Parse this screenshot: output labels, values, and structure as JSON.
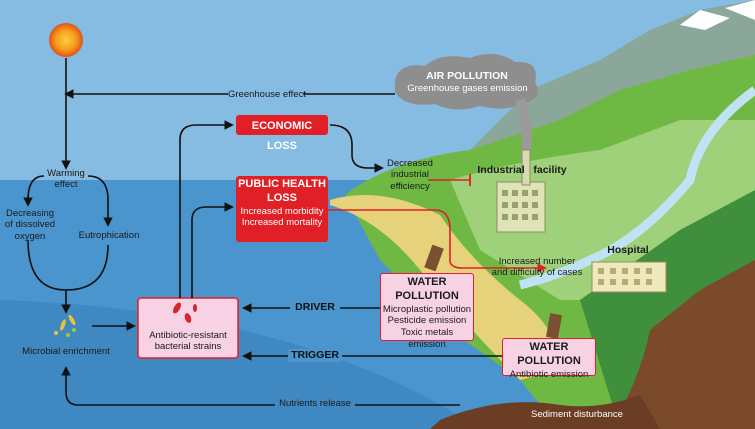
{
  "colors": {
    "sky": "#7fb6df",
    "sea": "#4e97cf",
    "red": "#e01f26",
    "pink": "#f7d2e4",
    "green": "#7cc04a",
    "gray": "#8c8c8c"
  },
  "air_pollution": {
    "title": "AIR POLLUTION",
    "subtitle": "Greenhouse gases emission"
  },
  "greenhouse_effect": "Greenhouse effect",
  "warming_effect": "Warming\neffect",
  "decreasing_oxygen": "Decreasing\nof dissolved\noxygen",
  "eutrophication": "Eutrophication",
  "microbial_enrichment": "Microbial enrichment",
  "economic_loss": "ECONOMIC LOSS",
  "public_health": {
    "title": "PUBLIC HEALTH\nLOSS",
    "line1": "Increased morbidity",
    "line2": "Increased mortality"
  },
  "decreased_efficiency": "Decreased\nindustrial\nefficiency",
  "industrial_facility": "Industrial   facility",
  "hospital": "Hospital",
  "increased_cases": "Increased number\nand difficulty of cases",
  "water_pollution_1": {
    "title": "WATER POLLUTION",
    "lines": [
      "Microplastic pollution",
      "Pesticide emission",
      "Toxic metals emission"
    ]
  },
  "water_pollution_2": {
    "title": "WATER POLLUTION",
    "line": "Antibiotic emission"
  },
  "driver": "DRIVER",
  "trigger": "TRIGGER",
  "antibiotic_resistant": "Antibiotic-resistant\nbacterial strains",
  "nutrients_release": "Nutrients release",
  "sediment_disturbance": "Sediment disturbance"
}
